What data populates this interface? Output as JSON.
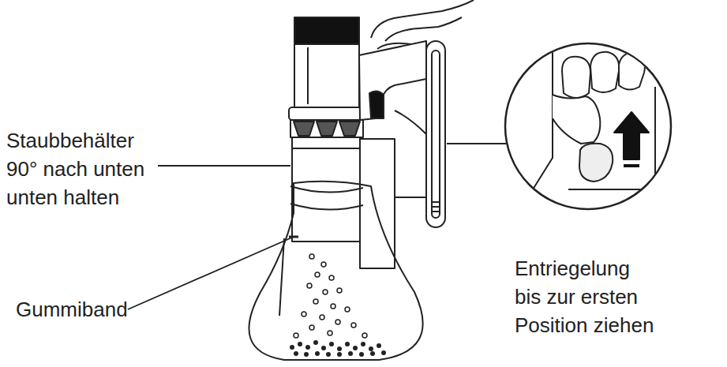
{
  "diagram": {
    "labels": [
      "Staubbehälter 90° nach unten unten halten",
      "Gummiband",
      "Entriegelung bis zur ersten Position ziehen"
    ]
  }
}
